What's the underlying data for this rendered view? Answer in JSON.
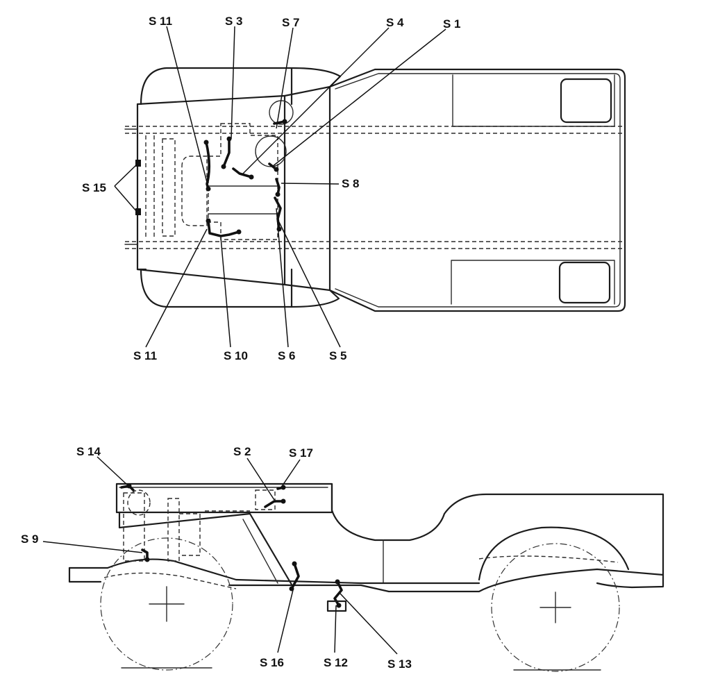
{
  "labels": {
    "top_view": {
      "s11_top": "S 11",
      "s3": "S 3",
      "s7": "S 7",
      "s4": "S 4",
      "s1": "S 1",
      "s8": "S 8",
      "s15": "S 15",
      "s11_bottom": "S 11",
      "s10": "S 10",
      "s6": "S 6",
      "s5": "S 5"
    },
    "side_view": {
      "s14": "S 14",
      "s2": "S 2",
      "s17": "S 17",
      "s9": "S 9",
      "s16": "S 16",
      "s12": "S 12",
      "s13": "S 13"
    }
  }
}
